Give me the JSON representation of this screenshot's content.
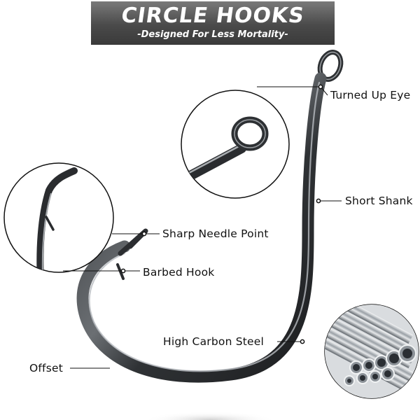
{
  "banner": {
    "title": "CIRCLE HOOKS",
    "subtitle": "-Designed For Less Mortality-"
  },
  "labels": {
    "turned_up_eye": "Turned Up Eye",
    "short_shank": "Short Shank",
    "sharp_needle_point": "Sharp Needle Point",
    "barbed_hook": "Barbed Hook",
    "high_carbon_steel": "High Carbon Steel",
    "offset": "Offset"
  },
  "icons": {
    "hook": "circle-hook-illustration",
    "eye_detail": "eye-closeup-inset",
    "point_detail": "point-closeup-inset",
    "steel_detail": "steel-tubes-inset"
  },
  "colors": {
    "banner_bg": "#4a4a4a",
    "hook_metal": "#3a3d40",
    "hook_highlight": "#b8bcc0",
    "leader_line": "#111111"
  }
}
